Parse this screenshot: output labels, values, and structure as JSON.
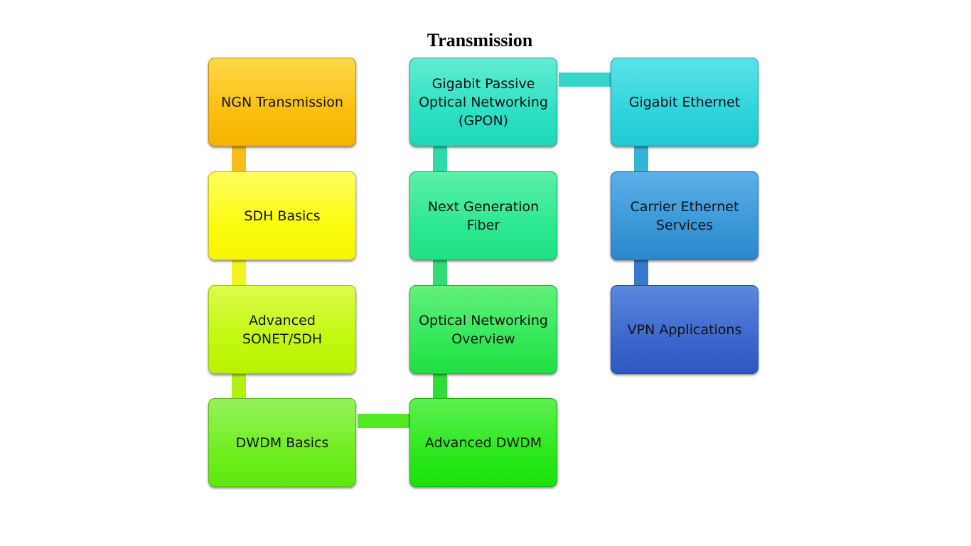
{
  "title": "Transmission",
  "colors": {
    "ngn": "#fbbf10",
    "sdh": "#fbfb10",
    "sonet": "#c4f810",
    "dwdm": "#72ee20",
    "adv_dwdm": "#2ee820",
    "optical": "#35e85a",
    "nextgen": "#2ee891",
    "gpon": "#2ee0c4",
    "gige": "#30d4dc",
    "carrier": "#3a98d8",
    "vpn": "#3c68cc"
  },
  "boxes": {
    "ngn_transmission": "NGN Transmission",
    "sdh_basics": "SDH Basics",
    "advanced_sonet_sdh": "Advanced SONET/SDH",
    "dwdm_basics": "DWDM Basics",
    "advanced_dwdm": "Advanced DWDM",
    "optical_networking_overview": "Optical Networking Overview",
    "next_generation_fiber": "Next Generation Fiber",
    "gpon": "Gigabit Passive Optical Networking (GPON)",
    "gigabit_ethernet": "Gigabit Ethernet",
    "carrier_ethernet_services": "Carrier Ethernet Services",
    "vpn_applications": "VPN Applications"
  }
}
